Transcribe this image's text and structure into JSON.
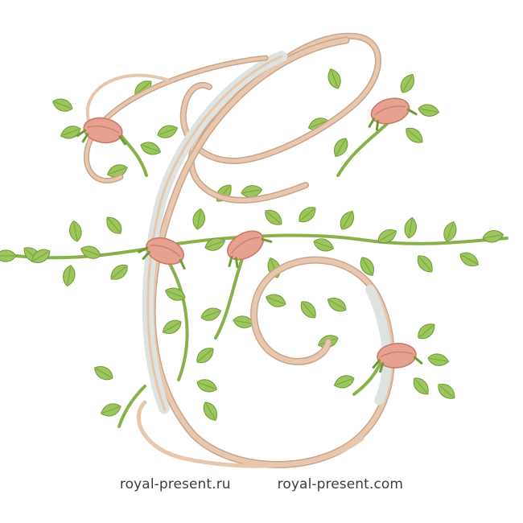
{
  "captions": {
    "left": "royal-present.ru",
    "right": "royal-present.com"
  },
  "colors": {
    "background": "#ffffff",
    "letter_thread": "#e7c7ae",
    "letter_shadow": "#c9a58c",
    "lace": "#dfe3e0",
    "leaf": "#9cc55c",
    "leaf_dark": "#6f9b36",
    "stem": "#88b14a",
    "rosebud": "#e7a191",
    "rosebud_dark": "#c97a6b",
    "text": "#3d3d3d"
  },
  "artwork": {
    "subject": "embroidered monogram letter C with rosebuds"
  }
}
